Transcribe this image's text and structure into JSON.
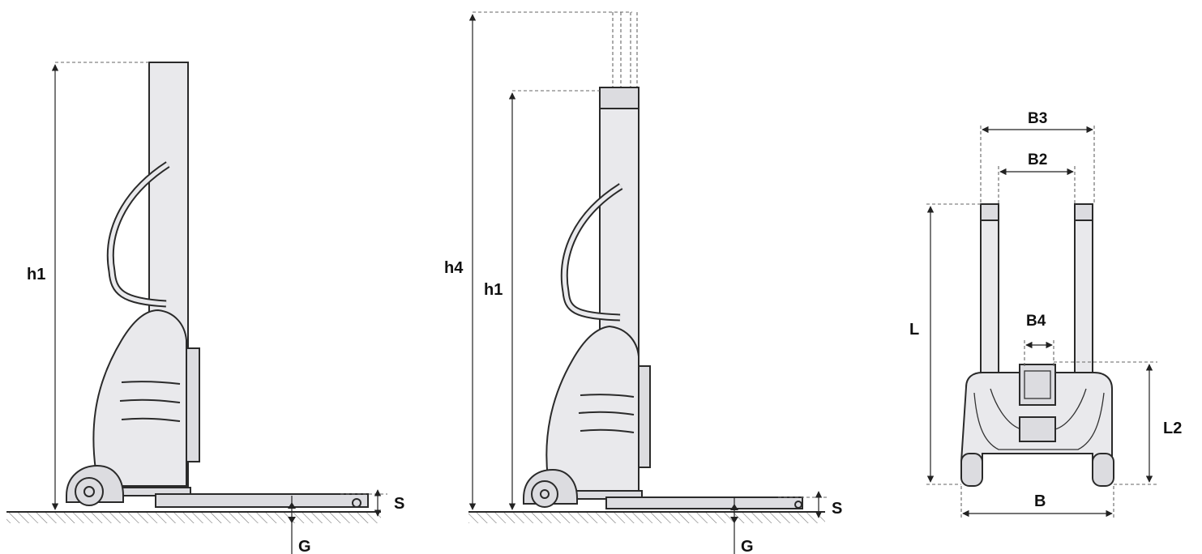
{
  "figure": {
    "side_view_left": {
      "h1": "h1",
      "S": "S",
      "G": "G"
    },
    "side_view_right": {
      "h4": "h4",
      "h1": "h1",
      "S": "S",
      "G": "G"
    },
    "top_view": {
      "B3": "B3",
      "B2": "B2",
      "B4": "B4",
      "L": "L",
      "L2": "L2",
      "B": "B"
    }
  },
  "colors": {
    "line": "#2a2a2a",
    "fill": "#e9e9ec",
    "dash": "#666666"
  }
}
